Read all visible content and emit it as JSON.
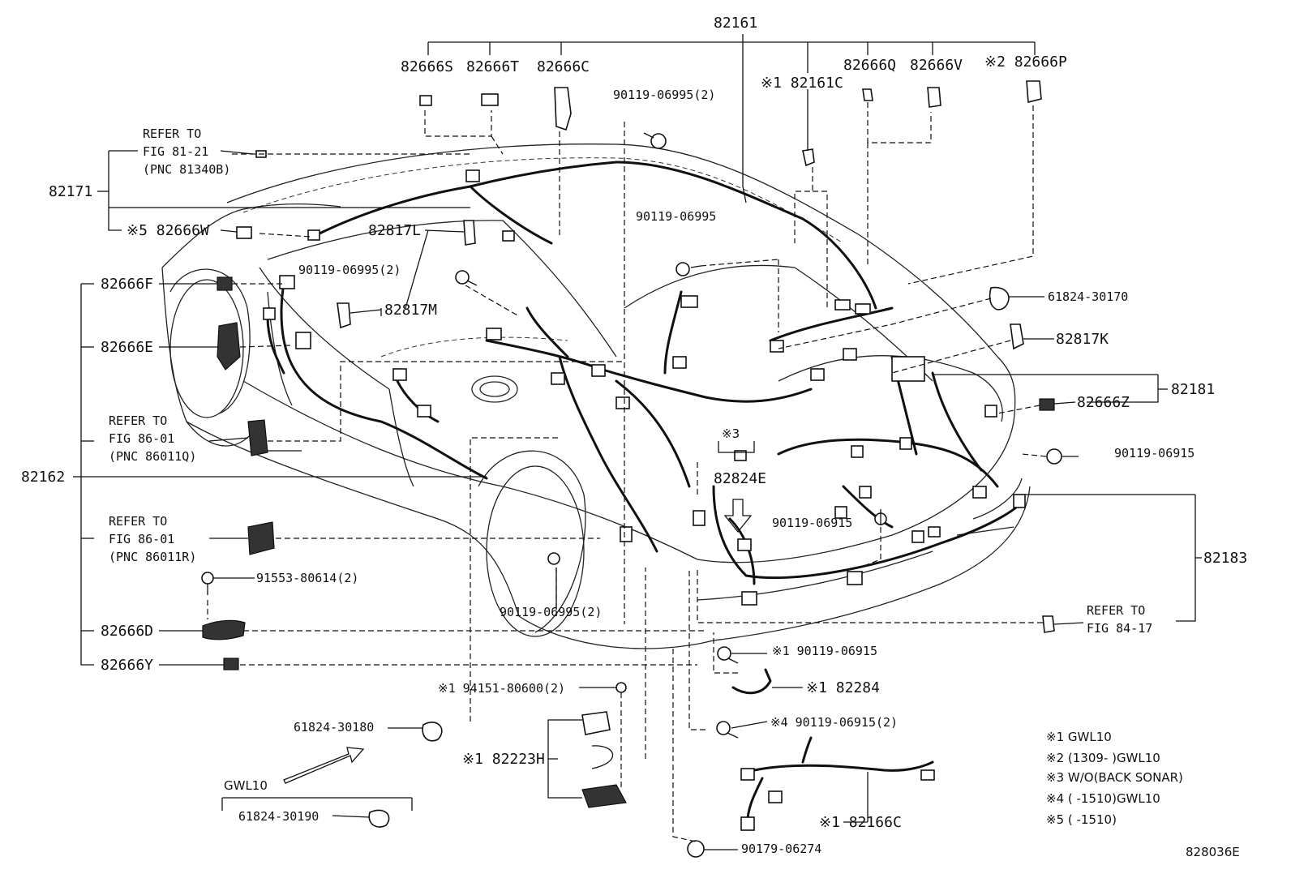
{
  "diagram": {
    "callouts": [
      {
        "id": "82161",
        "text": "82161"
      },
      {
        "id": "82666S",
        "text": "82666S"
      },
      {
        "id": "82666T",
        "text": "82666T"
      },
      {
        "id": "82666C",
        "text": "82666C"
      },
      {
        "id": "b1",
        "text": "90119-06995(2)"
      },
      {
        "id": "82161C",
        "text": "※1 82161C"
      },
      {
        "id": "82666Q",
        "text": "82666Q"
      },
      {
        "id": "82666V",
        "text": "82666V"
      },
      {
        "id": "82666P",
        "text": "※2 82666P"
      },
      {
        "id": "refer1a",
        "text": "REFER TO"
      },
      {
        "id": "refer1b",
        "text": "FIG 81-21"
      },
      {
        "id": "refer1c",
        "text": "(PNC 81340B)"
      },
      {
        "id": "82171",
        "text": "82171"
      },
      {
        "id": "82666W",
        "text": "※5 82666W"
      },
      {
        "id": "82817L",
        "text": "82817L"
      },
      {
        "id": "b2",
        "text": "90119-06995"
      },
      {
        "id": "b3",
        "text": "90119-06995(2)"
      },
      {
        "id": "82666F",
        "text": "82666F"
      },
      {
        "id": "82817M",
        "text": "82817M"
      },
      {
        "id": "61824-30170",
        "text": "61824-30170"
      },
      {
        "id": "82817K",
        "text": "82817K"
      },
      {
        "id": "82666E",
        "text": "82666E"
      },
      {
        "id": "82181",
        "text": "82181"
      },
      {
        "id": "82666Z",
        "text": "82666Z"
      },
      {
        "id": "refer2a",
        "text": "REFER TO"
      },
      {
        "id": "refer2b",
        "text": "FIG 86-01"
      },
      {
        "id": "refer2c",
        "text": "(PNC 86011Q)"
      },
      {
        "id": "note3",
        "text": "※3"
      },
      {
        "id": "b4",
        "text": "90119-06915"
      },
      {
        "id": "82162",
        "text": "82162"
      },
      {
        "id": "82824E",
        "text": "82824E"
      },
      {
        "id": "b5",
        "text": "90119-06915"
      },
      {
        "id": "refer3a",
        "text": "REFER TO"
      },
      {
        "id": "refer3b",
        "text": "FIG 86-01"
      },
      {
        "id": "refer3c",
        "text": "(PNC 86011R)"
      },
      {
        "id": "82183",
        "text": "82183"
      },
      {
        "id": "b6",
        "text": "91553-80614(2)"
      },
      {
        "id": "b7",
        "text": "90119-06995(2)"
      },
      {
        "id": "refer4a",
        "text": "REFER TO"
      },
      {
        "id": "refer4b",
        "text": "FIG 84-17"
      },
      {
        "id": "82666D",
        "text": "82666D"
      },
      {
        "id": "b8",
        "text": "※1 90119-06915"
      },
      {
        "id": "82666Y",
        "text": "82666Y"
      },
      {
        "id": "82284",
        "text": "※1 82284"
      },
      {
        "id": "b9",
        "text": "※1 94151-80600(2)"
      },
      {
        "id": "61824-30180",
        "text": "61824-30180"
      },
      {
        "id": "b10",
        "text": "※4 90119-06915(2)"
      },
      {
        "id": "82223H",
        "text": "※1 82223H"
      },
      {
        "id": "GWL10",
        "text": "GWL10"
      },
      {
        "id": "61824-30190",
        "text": "61824-30190"
      },
      {
        "id": "82166C",
        "text": "※1 82166C"
      },
      {
        "id": "b11",
        "text": "90179-06274"
      }
    ],
    "notes": [
      "※1 GWL10",
      "※2 (1309-      )GWL10",
      "※3 W/O(BACK SONAR)",
      "※4 (      -1510)GWL10",
      "※5 (      -1510)"
    ],
    "figure_code": "828036E"
  }
}
